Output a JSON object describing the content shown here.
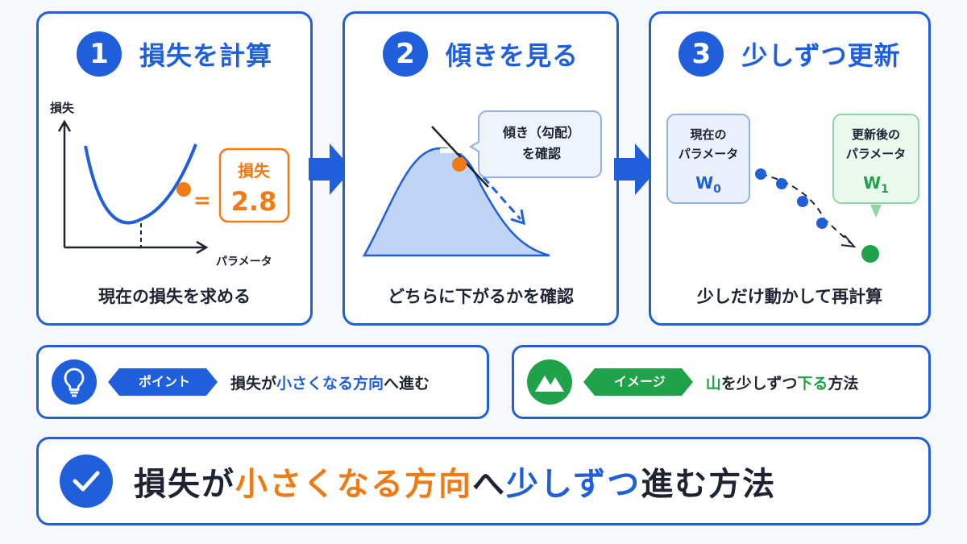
{
  "steps": [
    {
      "number": "1",
      "title": "損失を計算",
      "caption": "現在の損失を求める",
      "y_label": "損失",
      "x_label": "パラメータ",
      "equals": "=",
      "loss_label": "損失",
      "loss_value": "2.8"
    },
    {
      "number": "2",
      "title": "傾きを見る",
      "caption": "どちらに下がるかを確認",
      "callout_line1": "傾き（勾配）",
      "callout_line2": "を確認"
    },
    {
      "number": "3",
      "title": "少しずつ更新",
      "caption": "少しだけ動かして再計算",
      "current_label_line1": "現在の",
      "current_label_line2": "パラメータ",
      "current_symbol": "W",
      "current_sub": "0",
      "updated_label_line1": "更新後の",
      "updated_label_line2": "パラメータ",
      "updated_symbol": "W",
      "updated_sub": "1"
    }
  ],
  "point": {
    "tag": "ポイント",
    "text_a": "損失が",
    "text_b": "小さくなる方向",
    "text_c": "へ進む",
    "icon": "lightbulb-icon"
  },
  "image_hint": {
    "tag": "イメージ",
    "text_a": "山",
    "text_b": "を少しずつ",
    "text_c": "下る",
    "text_d": "方法",
    "icon": "mountain-icon"
  },
  "summary": {
    "text_a": "損失が",
    "text_b": "小さくなる方向",
    "text_c": "へ",
    "text_d": "少しずつ",
    "text_e": "進む方法",
    "icon": "check-icon"
  },
  "colors": {
    "primary_blue": "#1f5fdb",
    "accent_orange": "#f07a14",
    "accent_green": "#20a24a"
  }
}
